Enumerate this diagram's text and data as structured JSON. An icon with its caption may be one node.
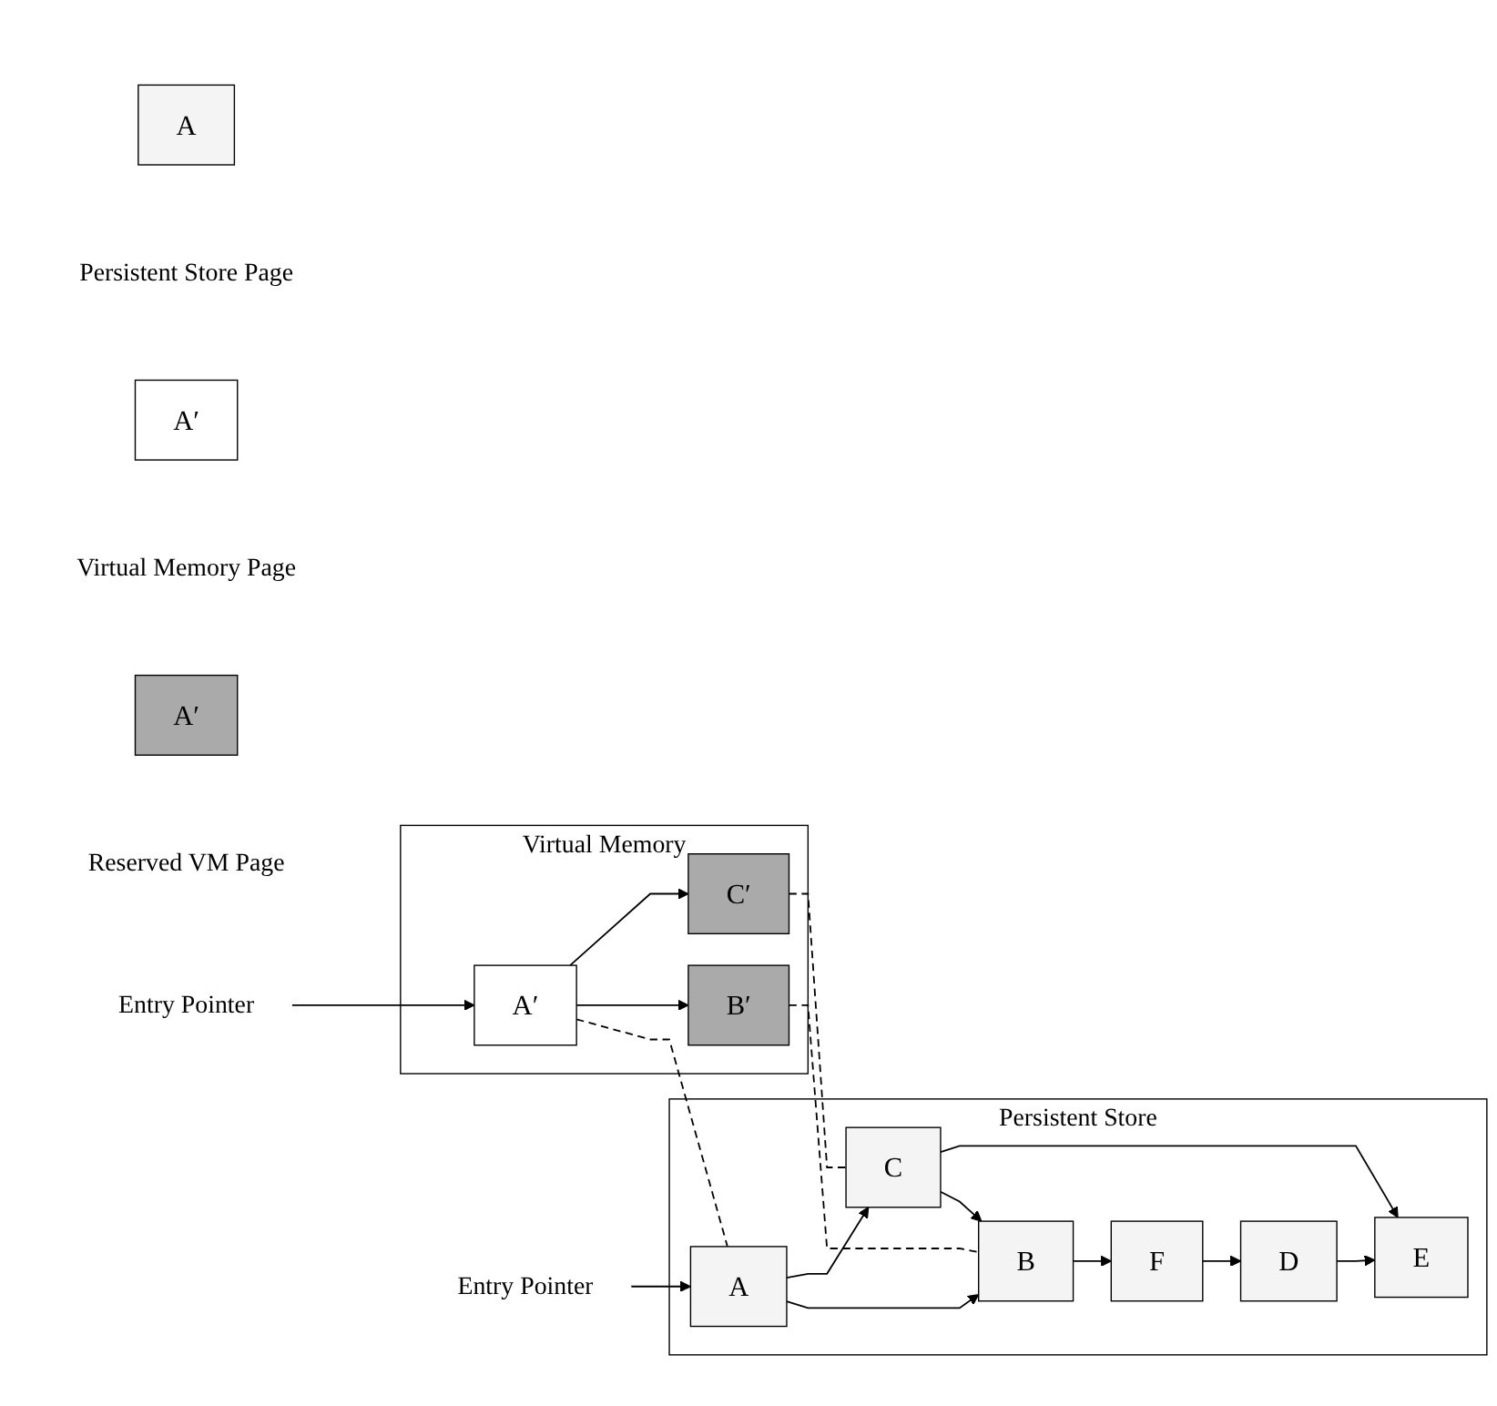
{
  "diagram": {
    "nodes": [
      {
        "text": [
          "Virtual Memory"
        ]
      },
      {
        "text": [
          "C′"
        ],
        "in": 0
      },
      {
        "text": [
          "Entry Pointer"
        ]
      },
      {
        "text": [
          "A′"
        ],
        "in": 0
      },
      {
        "text": [
          "B′"
        ],
        "in": 0
      },
      {
        "text": [
          "Persistent Store"
        ]
      },
      {
        "text": [
          "Entry Pointer"
        ]
      },
      {
        "text": [
          "E"
        ],
        "in": 5
      },
      {
        "text": [
          "C"
        ],
        "in": 5
      },
      {
        "text": [
          "A"
        ],
        "in": 5
      },
      {
        "text": [
          "D"
        ],
        "in": 5
      },
      {
        "text": [
          "B"
        ],
        "in": 5
      },
      {
        "text": [
          "F"
        ],
        "in": 5
      },
      {
        "text": [
          "A"
        ],
        "beside": [
          "Persistent Store Page"
        ]
      },
      {
        "text": [
          "A′"
        ],
        "beside": [
          "Virtual Memory Page"
        ]
      },
      {
        "text": [
          "A′"
        ],
        "beside": [
          "Reserved VM Page"
        ]
      }
    ],
    "edges": [
      {
        "from": 2,
        "to": 3,
        "arrow": "to"
      },
      {
        "from": 3,
        "to": 1,
        "arrow": "to"
      },
      {
        "from": 3,
        "to": 4,
        "arrow": "to"
      },
      {
        "from": 3,
        "to": 9,
        "arrow": "none",
        "style": "dashed"
      },
      {
        "from": 4,
        "to": 11,
        "arrow": "none",
        "style": "dashed"
      },
      {
        "from": 1,
        "to": 8,
        "arrow": "none",
        "style": "dashed"
      },
      {
        "from": 6,
        "to": 9,
        "arrow": "to"
      },
      {
        "from": 9,
        "to": 8,
        "arrow": "to"
      },
      {
        "from": 9,
        "to": 11,
        "arrow": "to"
      },
      {
        "from": 8,
        "to": 7,
        "arrow": "to"
      },
      {
        "from": 8,
        "to": 11,
        "arrow": "to"
      },
      {
        "from": 11,
        "to": 12,
        "arrow": "to"
      },
      {
        "from": 12,
        "to": 10,
        "arrow": "to"
      },
      {
        "from": 10,
        "to": 7,
        "arrow": "to"
      }
    ]
  }
}
